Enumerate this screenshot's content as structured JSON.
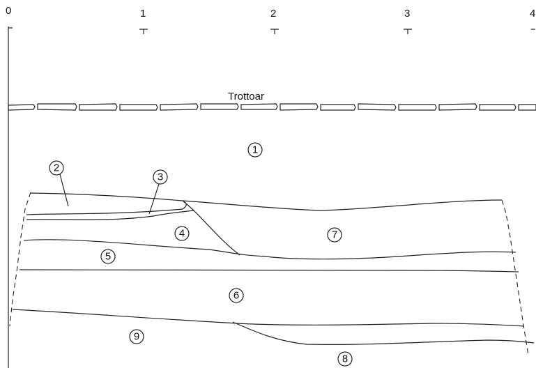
{
  "scale": {
    "labels": [
      "0",
      "1",
      "2",
      "3",
      "4"
    ]
  },
  "sidewalk_label": "Trottoar",
  "layers": [
    {
      "id": "1",
      "label": "1"
    },
    {
      "id": "2",
      "label": "2"
    },
    {
      "id": "3",
      "label": "3"
    },
    {
      "id": "4",
      "label": "4"
    },
    {
      "id": "5",
      "label": "5"
    },
    {
      "id": "6",
      "label": "6"
    },
    {
      "id": "7",
      "label": "7"
    },
    {
      "id": "8",
      "label": "8"
    },
    {
      "id": "9",
      "label": "9"
    }
  ]
}
